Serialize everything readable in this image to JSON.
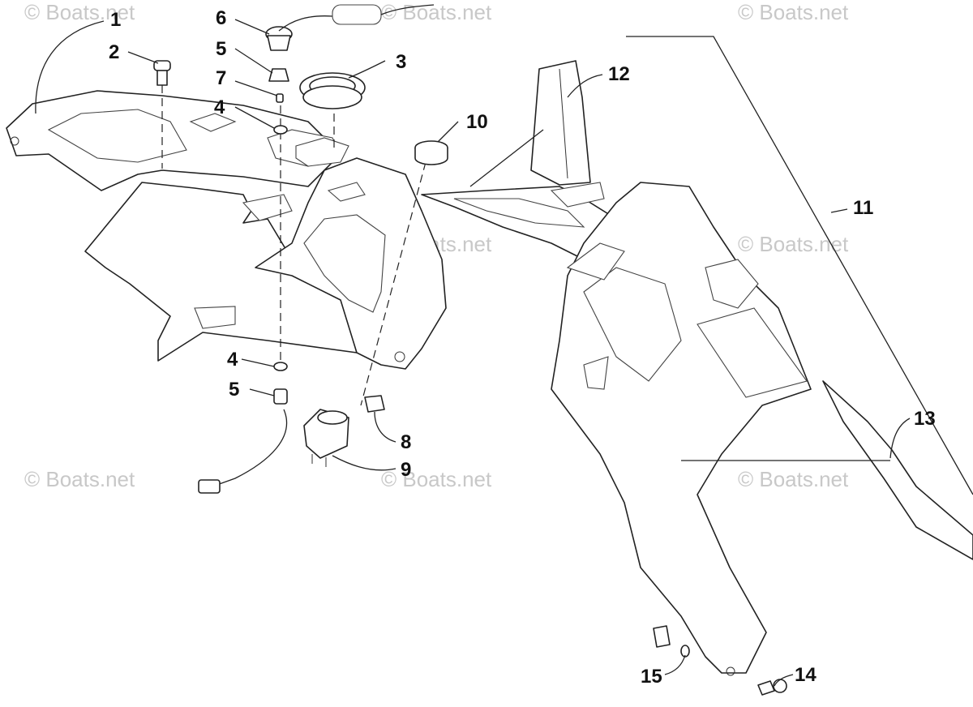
{
  "watermark": {
    "text": "© Boats.net",
    "color": "#c8c8c8"
  },
  "callouts": [
    {
      "id": "c1",
      "label": "1"
    },
    {
      "id": "c2",
      "label": "2"
    },
    {
      "id": "c3",
      "label": "3"
    },
    {
      "id": "c4a",
      "label": "4"
    },
    {
      "id": "c4b",
      "label": "4"
    },
    {
      "id": "c5a",
      "label": "5"
    },
    {
      "id": "c5b",
      "label": "5"
    },
    {
      "id": "c6",
      "label": "6"
    },
    {
      "id": "c7",
      "label": "7"
    },
    {
      "id": "c8",
      "label": "8"
    },
    {
      "id": "c9",
      "label": "9"
    },
    {
      "id": "c10",
      "label": "10"
    },
    {
      "id": "c11",
      "label": "11"
    },
    {
      "id": "c12",
      "label": "12"
    },
    {
      "id": "c13",
      "label": "13"
    },
    {
      "id": "c14",
      "label": "14"
    },
    {
      "id": "c15",
      "label": "15"
    }
  ]
}
